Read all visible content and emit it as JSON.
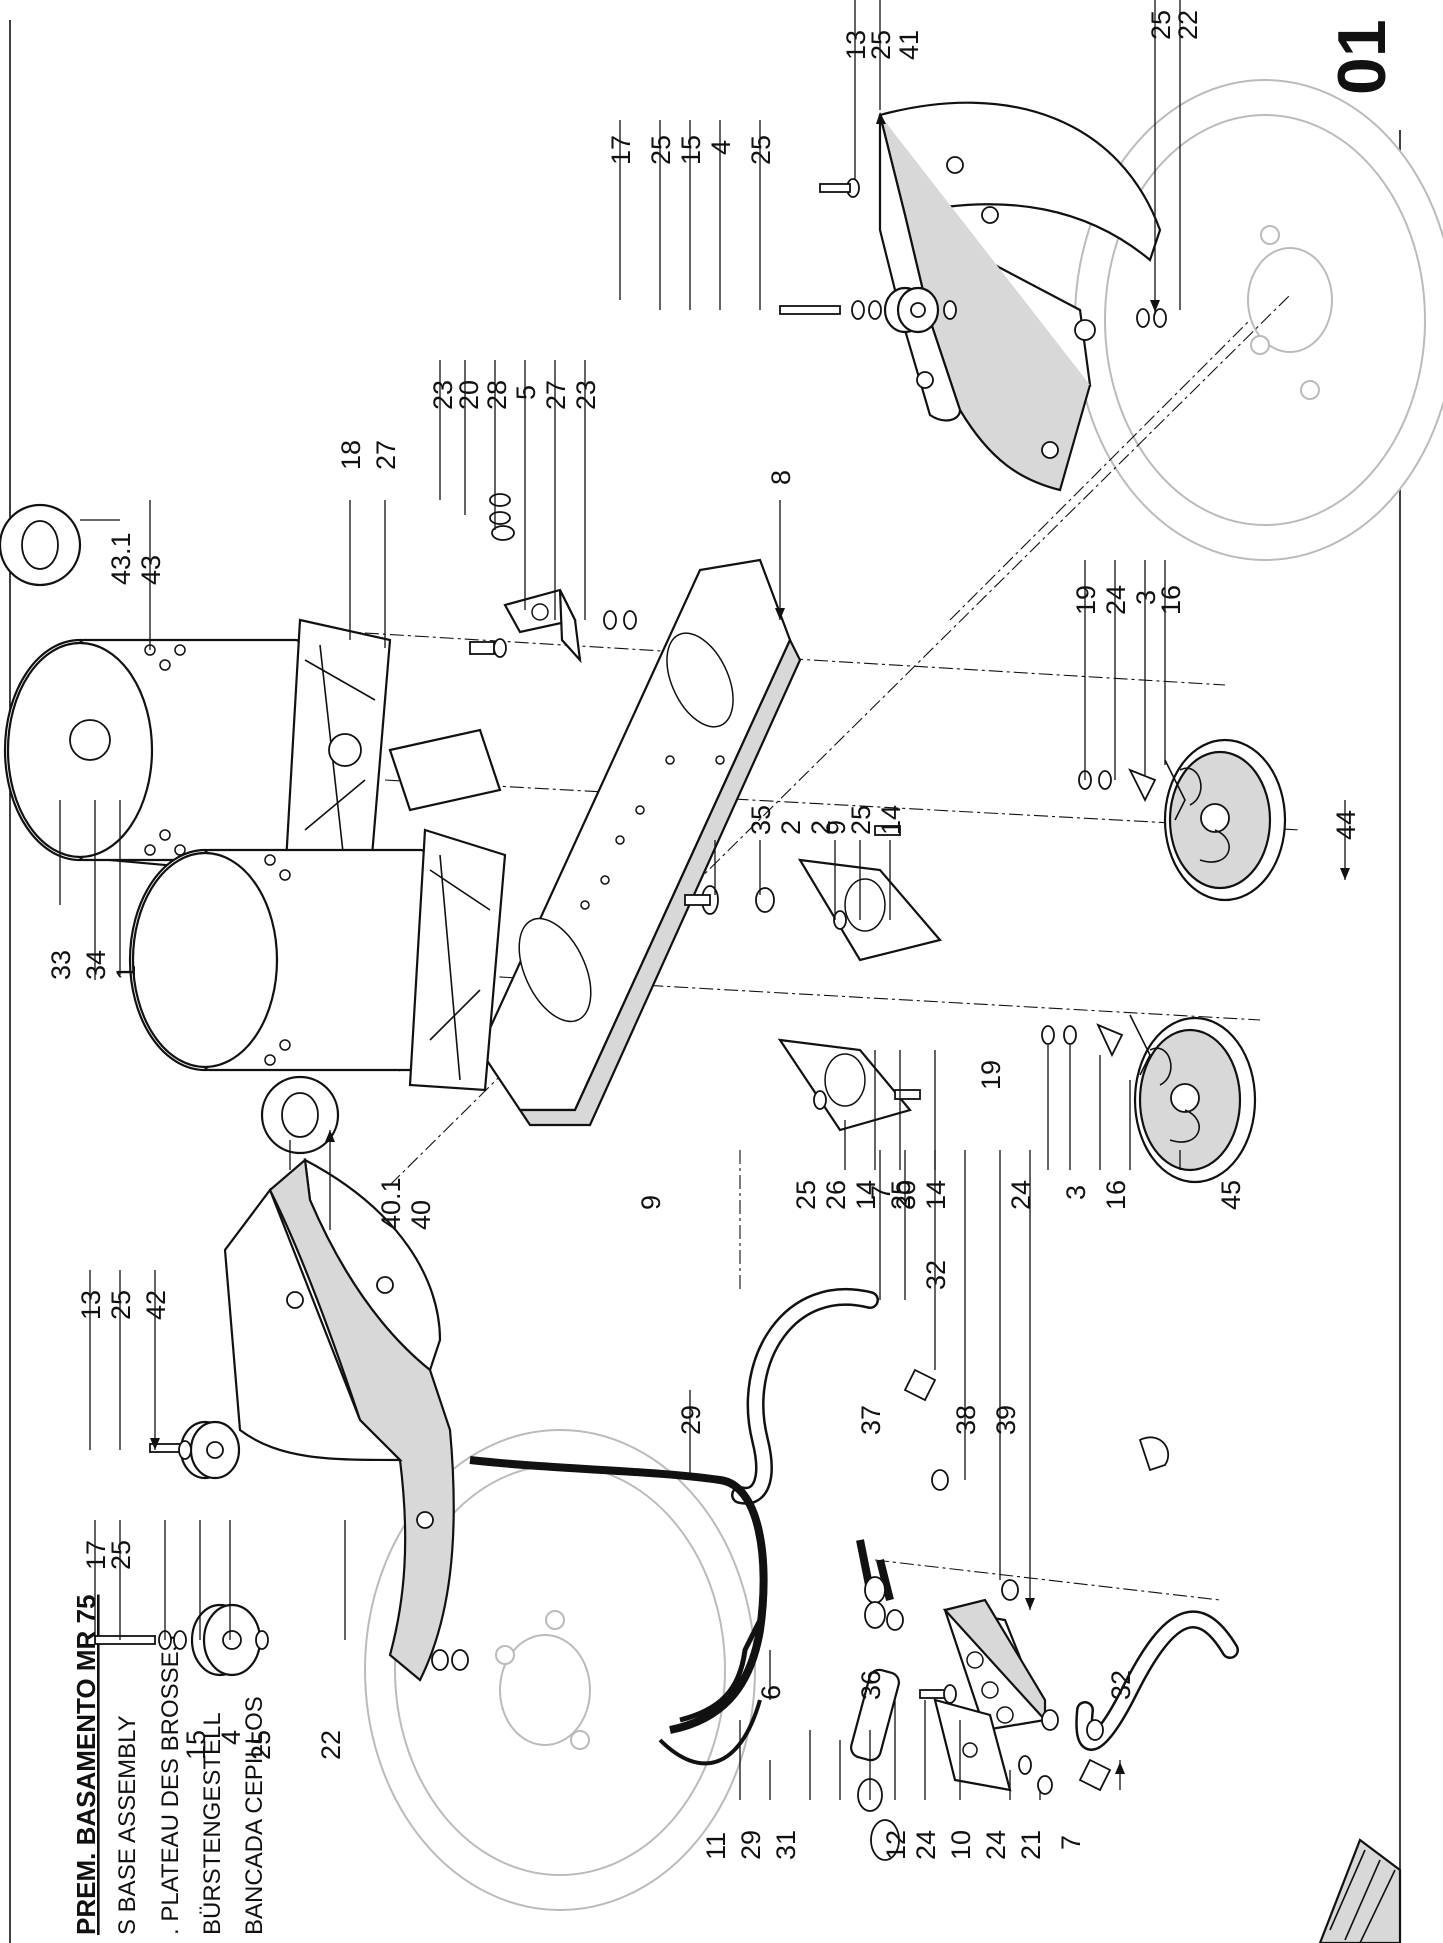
{
  "page_number": "01",
  "titles": {
    "main": "PREM. BASAMENTO MR 75",
    "english": "S BASE ASSEMBLY",
    "french": ". PLATEAU DES BROSSES",
    "german": "BÜRSTENGESTELL",
    "spanish": "BANCADA CEPILLOS"
  },
  "callouts": {
    "top_right": [
      "13",
      "25",
      "41",
      "25",
      "22"
    ],
    "wheel_right": [
      "17",
      "25",
      "15",
      "4",
      "25"
    ],
    "bracket_top": [
      "23",
      "20",
      "28",
      "5",
      "27",
      "23"
    ],
    "motor_top": [
      "43.1",
      "43"
    ],
    "frame_top": [
      "18",
      "27",
      "8"
    ],
    "right_hub": [
      "19",
      "24",
      "3",
      "16",
      "44"
    ],
    "plate_right": [
      "9",
      "25",
      "14"
    ],
    "pin_top": [
      "35",
      "2",
      "2"
    ],
    "motor_left": [
      "33",
      "34",
      "1"
    ],
    "left_hub": [
      "9",
      "25",
      "26",
      "14",
      "25",
      "14",
      "24",
      "3",
      "16",
      "45",
      "19"
    ],
    "motor_left_bottom": [
      "40.1",
      "40"
    ],
    "left_guard": [
      "13",
      "25",
      "42",
      "17",
      "25",
      "15",
      "4",
      "25",
      "22"
    ],
    "hoses_top": [
      "7",
      "30",
      "32",
      "37",
      "38",
      "39",
      "29"
    ],
    "hoses_bottom": [
      "6",
      "36",
      "32",
      "11",
      "29",
      "31",
      "12",
      "24",
      "10",
      "24",
      "21",
      "7"
    ]
  }
}
